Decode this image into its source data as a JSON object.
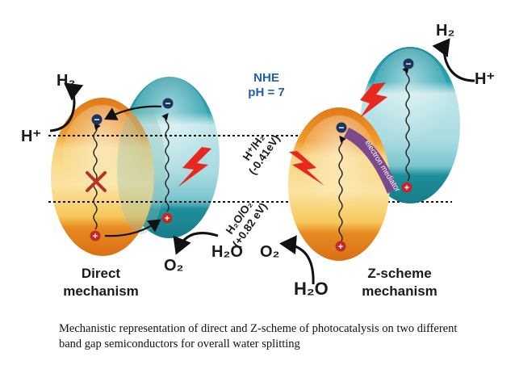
{
  "nhe": {
    "line1": "NHE",
    "line2": "pH = 7"
  },
  "potentials": {
    "h2_couple": "H⁺/H₂",
    "h2_value": "(-0.41eV)",
    "o2_couple": "H₂O/O₂",
    "o2_value": "(+0.82 eV)"
  },
  "direct": {
    "h2": "H₂",
    "h_plus": "H⁺",
    "h2o": "H₂O",
    "o2": "O₂",
    "label_line1": "Direct",
    "label_line2": "mechanism"
  },
  "zscheme": {
    "h2": "H₂",
    "h_plus": "H⁺",
    "o2": "O₂",
    "h2o": "H₂O",
    "mediator": "electron mediator",
    "label_line1": "Z-scheme",
    "label_line2": "mechanism"
  },
  "signs": {
    "electron": "−",
    "hole": "+"
  },
  "caption": "Mechanistic representation of direct and Z-scheme of photocatalysis on two different band gap semiconductors for overall water splitting",
  "colors": {
    "orange": "#e8891e",
    "yellow": "#f6c75a",
    "teal": "#2aa3b0",
    "light_teal": "#a8dbe0",
    "mediator": "#7a4a8c",
    "lightning": "#e8281e",
    "nhe": "#1f5fa8"
  }
}
